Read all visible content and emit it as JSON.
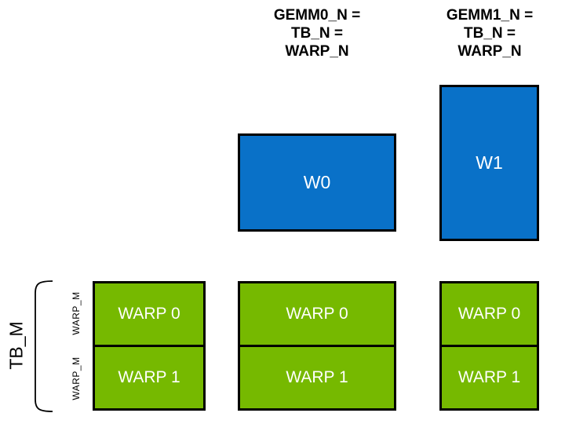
{
  "diagram": {
    "top_labels": [
      {
        "lines": [
          "GEMM0_N =",
          "TB_N =",
          "WARP_N"
        ]
      },
      {
        "lines": [
          "GEMM1_N =",
          "TB_N =",
          "WARP_N"
        ]
      }
    ],
    "accumulator_tiles": [
      {
        "label": "W0"
      },
      {
        "label": "W1"
      }
    ],
    "left_axis": {
      "tb_label": "TB_M",
      "warp_row_labels": [
        "WARP_M",
        "WARP_M"
      ]
    },
    "warp_tile_columns": [
      {
        "cells": [
          "WARP 0",
          "WARP 1"
        ]
      },
      {
        "cells": [
          "WARP 0",
          "WARP 1"
        ]
      },
      {
        "cells": [
          "WARP 0",
          "WARP 1"
        ]
      }
    ],
    "colors": {
      "blue_tile": "#0971C8",
      "green_tile": "#76B900",
      "tile_border": "#000000",
      "tile_text": "#FFFFFF",
      "label_text": "#000000"
    }
  }
}
